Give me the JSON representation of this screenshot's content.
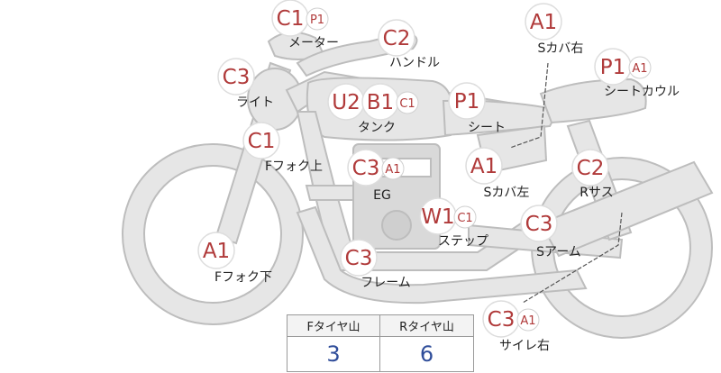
{
  "parts": [
    {
      "id": "meter",
      "label": "メーター",
      "grades": [
        "C1",
        "P1"
      ]
    },
    {
      "id": "handle",
      "label": "ハンドル",
      "grades": [
        "C2"
      ]
    },
    {
      "id": "light",
      "label": "ライト",
      "grades": [
        "C3"
      ]
    },
    {
      "id": "tank",
      "label": "タンク",
      "grades": [
        "U2",
        "B1",
        "C1"
      ]
    },
    {
      "id": "seat",
      "label": "シート",
      "grades": [
        "P1"
      ]
    },
    {
      "id": "s-cover-right",
      "label": "Sカバ右",
      "grades": [
        "A1"
      ]
    },
    {
      "id": "seat-cowl",
      "label": "シートカウル",
      "grades": [
        "P1",
        "A1"
      ]
    },
    {
      "id": "f-fork-upper",
      "label": "Fフォク上",
      "grades": [
        "C1"
      ]
    },
    {
      "id": "engine",
      "label": "EG",
      "grades": [
        "C3",
        "A1"
      ]
    },
    {
      "id": "s-cover-left",
      "label": "Sカバ左",
      "grades": [
        "A1"
      ]
    },
    {
      "id": "r-suspension",
      "label": "Rサス",
      "grades": [
        "C2"
      ]
    },
    {
      "id": "step",
      "label": "ステップ",
      "grades": [
        "W1",
        "C1"
      ]
    },
    {
      "id": "swing-arm",
      "label": "Sアーム",
      "grades": [
        "C3"
      ]
    },
    {
      "id": "f-fork-lower",
      "label": "Fフォク下",
      "grades": [
        "A1"
      ]
    },
    {
      "id": "frame",
      "label": "フレーム",
      "grades": [
        "C3"
      ]
    },
    {
      "id": "muffler-right",
      "label": "サイレ右",
      "grades": [
        "C3",
        "A1"
      ]
    }
  ],
  "tires": {
    "front_header": "Fタイヤ山",
    "rear_header": "Rタイヤ山",
    "front_value": "3",
    "rear_value": "6"
  },
  "colors": {
    "grade_text": "#b03a3a",
    "tire_value_text": "#2f4d9a",
    "bike_fill": "#e6e6e6"
  }
}
